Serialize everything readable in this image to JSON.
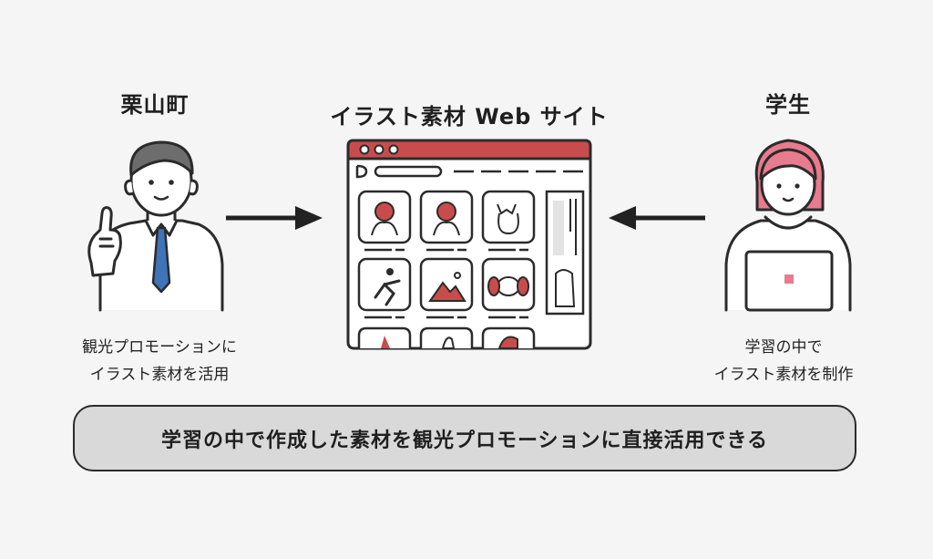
{
  "labels": {
    "left_title": "栗山町",
    "center_title": "イラスト素材 Web サイト",
    "right_title": "学生",
    "left_caption_line1": "観光プロモーションに",
    "left_caption_line2": "イラスト素材を活用",
    "right_caption_line1": "学習の中で",
    "right_caption_line2": "イラスト素材を制作",
    "banner": "学習の中で作成した素材を観光プロモーションに直接活用できる"
  },
  "colors": {
    "accent_red": "#c94c4c",
    "tie_blue": "#3f74b8",
    "outline": "#2b2b2b",
    "banner_bg": "#d9d9d9"
  },
  "icons": {
    "left_person": "man-pointing-icon",
    "right_person": "student-laptop-icon",
    "center": "website-window-icon"
  }
}
